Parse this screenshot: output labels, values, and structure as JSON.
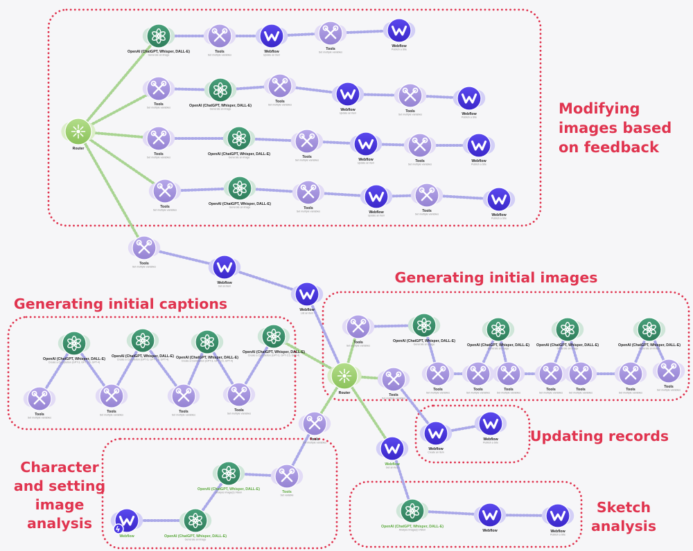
{
  "labels": {
    "openai": "OpenAI (ChatGPT, Whisper, DALL-E)",
    "tools": "Tools",
    "webflow": "Webflow",
    "router": "Router"
  },
  "subs": {
    "image": "Generate an image",
    "multi": "Set multiple variables",
    "vars": "Set variable",
    "update": "Update an item",
    "publish": "Publish a Site",
    "create": "Create an item",
    "list": "List an item",
    "completion": "Create a Completion (GPT-3, GPT-3.5, GPT-4)",
    "vision": "Analyze image(s) Vision",
    "get": "Get an item"
  },
  "groups": [
    {
      "id": "modify",
      "title": "Modifying images based on feedback",
      "lines": [
        "Modifying",
        "images based",
        "on feedback"
      ]
    },
    {
      "id": "initial-images",
      "title": "Generating initial images",
      "lines": [
        "Generating initial images"
      ]
    },
    {
      "id": "captions",
      "title": "Generating initial captions",
      "lines": [
        "Generating initial captions"
      ]
    },
    {
      "id": "updating",
      "title": "Updating records",
      "lines": [
        "Updating records"
      ]
    },
    {
      "id": "character",
      "title": "Character and setting image analysis",
      "lines": [
        "Character",
        "and setting",
        "image",
        "analysis"
      ]
    },
    {
      "id": "sketch",
      "title": "Sketch analysis",
      "lines": [
        "Sketch",
        "analysis"
      ]
    }
  ],
  "colors": {
    "openai": "#3d8f6b",
    "tools": "#a695dc",
    "webflow": "#4633e2",
    "router": "#9ccf6e",
    "group": "#e0344f",
    "link": "#aaa8e8",
    "link_green": "#a9d492"
  }
}
